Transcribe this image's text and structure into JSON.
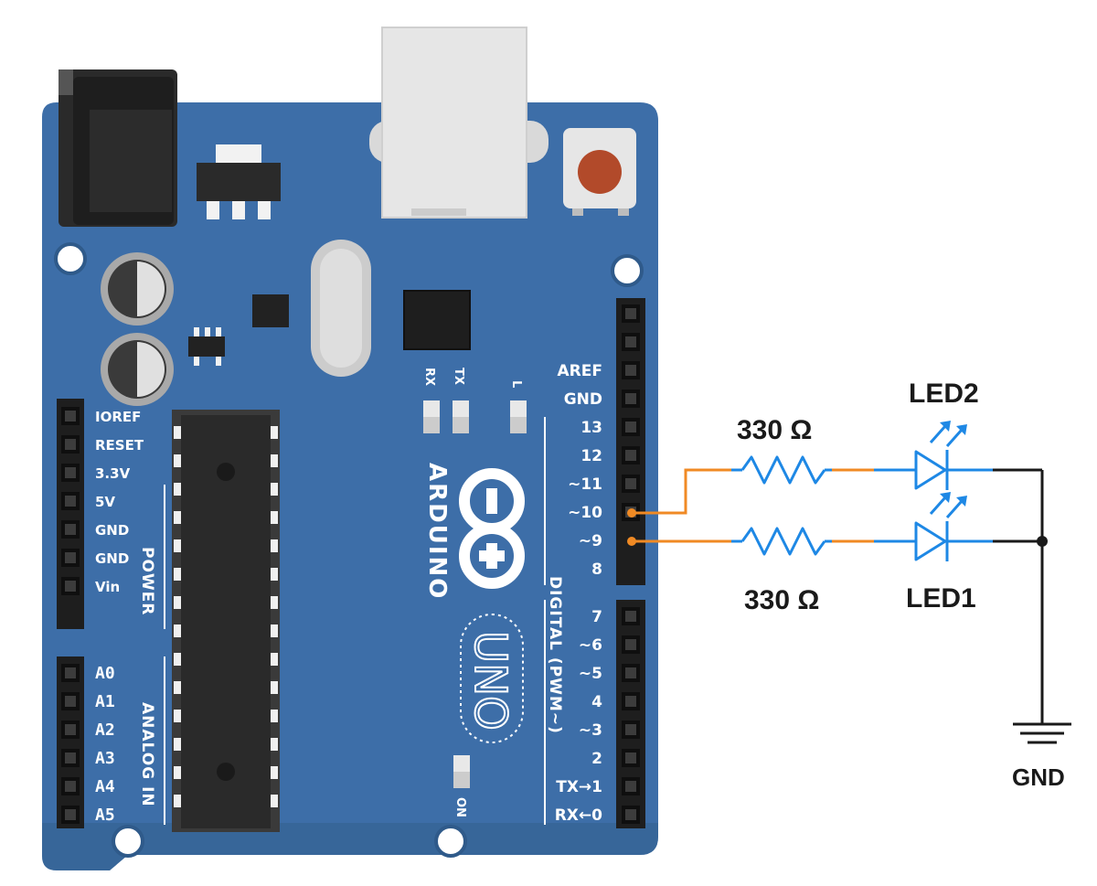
{
  "board": {
    "brand": "ARDUINO",
    "model": "UNO",
    "on_label": "ON",
    "rx_led": "RX",
    "tx_led": "TX",
    "l_led": "L",
    "power_group": "POWER",
    "analog_group": "ANALOG IN",
    "digital_group": "DIGITAL (PWM~)",
    "power_pins": [
      "IOREF",
      "RESET",
      "3.3V",
      "5V",
      "GND",
      "GND",
      "Vin"
    ],
    "analog_pins": [
      "A0",
      "A1",
      "A2",
      "A3",
      "A4",
      "A5"
    ],
    "digital_top_pins": [
      "AREF",
      "GND",
      "13",
      "12",
      "~11",
      "~10",
      "~9",
      "8"
    ],
    "digital_bottom_pins": [
      "7",
      "~6",
      "~5",
      "4",
      "~3",
      "2",
      "TX→1",
      "RX←0"
    ]
  },
  "circuit": {
    "resistor_top": "330 Ω",
    "resistor_bottom": "330 Ω",
    "led_top": "LED2",
    "led_bottom": "LED1",
    "ground": "GND"
  },
  "colors": {
    "board": "#3d6ea8",
    "board_dark": "#34608f",
    "wire_orange": "#f08a24",
    "component_blue": "#1e88e5",
    "wire_black": "#1a1a1a"
  }
}
